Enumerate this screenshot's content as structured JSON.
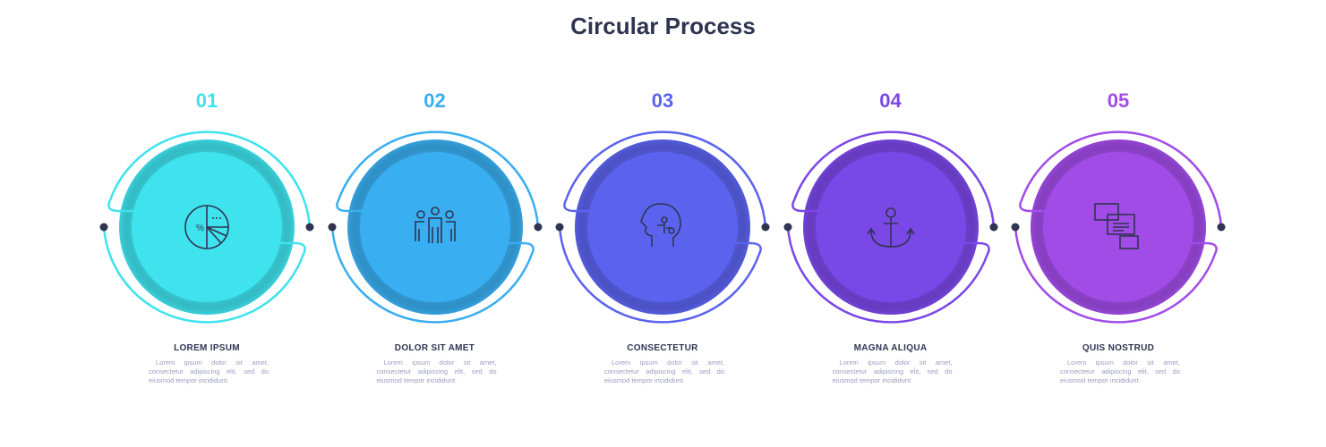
{
  "title": "Circular Process",
  "steps": [
    {
      "num": "01",
      "heading": "LOREM IPSUM",
      "text": "Lorem ipsum dolor sit amet, consectetur adipiscing elit, sed do eiusmod tempor incididunt.",
      "color": "#3ee3ee",
      "icon": "pie-chart-icon"
    },
    {
      "num": "02",
      "heading": "DOLOR SIT AMET",
      "text": "Lorem ipsum dolor sit amet, consectetur adipiscing elit, sed do eiusmod tempor incididunt.",
      "color": "#39aef0",
      "icon": "team-icon"
    },
    {
      "num": "03",
      "heading": "CONSECTETUR",
      "text": "Lorem ipsum dolor sit amet, consectetur adipiscing elit, sed do eiusmod tempor incididunt.",
      "color": "#5b63ee",
      "icon": "ai-head-icon"
    },
    {
      "num": "04",
      "heading": "MAGNA ALIQUA",
      "text": "Lorem ipsum dolor sit amet, consectetur adipiscing elit, sed do eiusmod tempor incididunt.",
      "color": "#7b48e8",
      "icon": "anchor-icon"
    },
    {
      "num": "05",
      "heading": "QUIS NOSTRUD",
      "text": "Lorem ipsum dolor sit amet, consectetur adipiscing elit, sed do eiusmod tempor incididunt.",
      "color": "#a24ce8",
      "icon": "chat-icon"
    }
  ]
}
